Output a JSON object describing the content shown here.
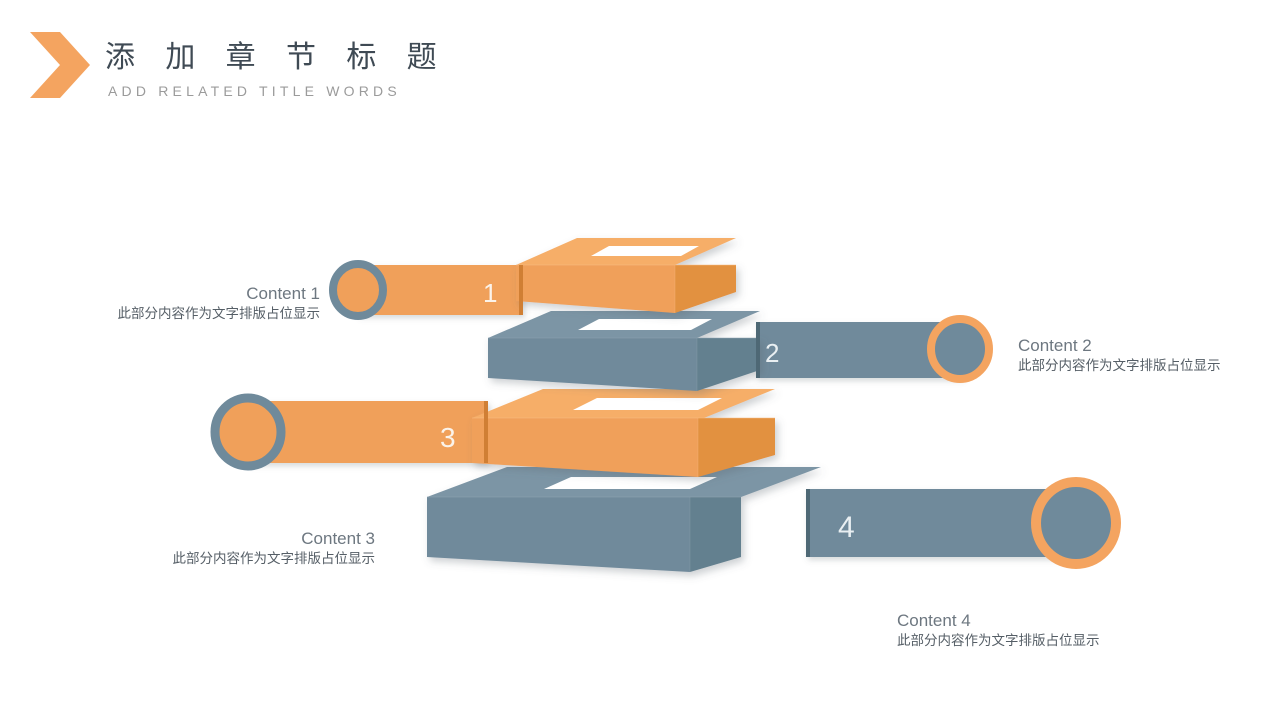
{
  "header": {
    "title_cn": "添 加 章 节 标 题",
    "title_en": "ADD RELATED TITLE WORDS",
    "arrow_icon": "chevron-right-icon"
  },
  "colors": {
    "orange": "#F0A05A",
    "orange_top": "#F6AE68",
    "orange_side": "#E2913F",
    "slate": "#6F8A9B",
    "slate_top": "#7C95A5",
    "slate_side": "#5E7886",
    "text_heading": "#6D7780",
    "text_body": "#555E66",
    "title_cn": "#3F4A54",
    "title_en": "#9B9B9B",
    "background": "#FFFFFF"
  },
  "items": [
    {
      "number": "1",
      "title": "Content 1",
      "description": "此部分内容作为文字排版占位显示",
      "side": "left",
      "color": "orange",
      "ring_color": "slate",
      "ring_fill": "orange"
    },
    {
      "number": "2",
      "title": "Content 2",
      "description": "此部分内容作为文字排版占位显示",
      "side": "right",
      "color": "slate",
      "ring_color": "orange",
      "ring_fill": "slate"
    },
    {
      "number": "3",
      "title": "Content 3",
      "description": "此部分内容作为文字排版占位显示",
      "side": "left",
      "color": "orange",
      "ring_color": "slate",
      "ring_fill": "orange"
    },
    {
      "number": "4",
      "title": "Content 4",
      "description": "此部分内容作为文字排版占位显示",
      "side": "right",
      "color": "orange",
      "ring_color": "orange",
      "ring_fill": "slate"
    }
  ]
}
